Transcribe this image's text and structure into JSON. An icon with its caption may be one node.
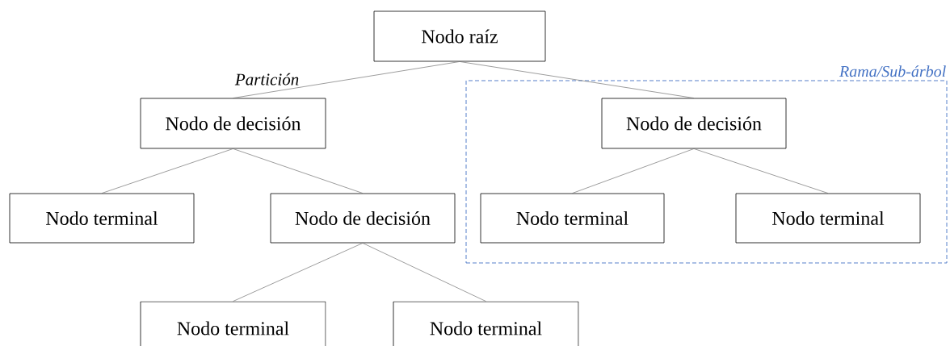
{
  "diagram": {
    "nodes": [
      {
        "text": [
          "Nodo raíz"
        ]
      },
      {
        "text": [
          "Nodo de decisión"
        ]
      },
      {
        "text": [
          "Rama/Sub-árbol"
        ]
      },
      {
        "text": [
          "Nodo de decisión"
        ],
        "in": 2
      },
      {
        "text": [
          "Nodo terminal"
        ]
      },
      {
        "text": [
          "Nodo de decisión"
        ]
      },
      {
        "text": [
          "Nodo terminal"
        ],
        "in": 2
      },
      {
        "text": [
          "Nodo terminal"
        ],
        "in": 2
      },
      {
        "text": [
          "Nodo terminal"
        ]
      },
      {
        "text": [
          "Nodo terminal"
        ]
      }
    ],
    "edges": [
      {
        "from": 0,
        "to": 1,
        "arrow": "none",
        "label": "Partición"
      },
      {
        "from": 0,
        "to": 3,
        "arrow": "none"
      },
      {
        "from": 1,
        "to": 4,
        "arrow": "none"
      },
      {
        "from": 1,
        "to": 5,
        "arrow": "none"
      },
      {
        "from": 3,
        "to": 6,
        "arrow": "none"
      },
      {
        "from": 3,
        "to": 7,
        "arrow": "none"
      },
      {
        "from": 5,
        "to": 8,
        "arrow": "none"
      },
      {
        "from": 5,
        "to": 9,
        "arrow": "none"
      }
    ]
  }
}
